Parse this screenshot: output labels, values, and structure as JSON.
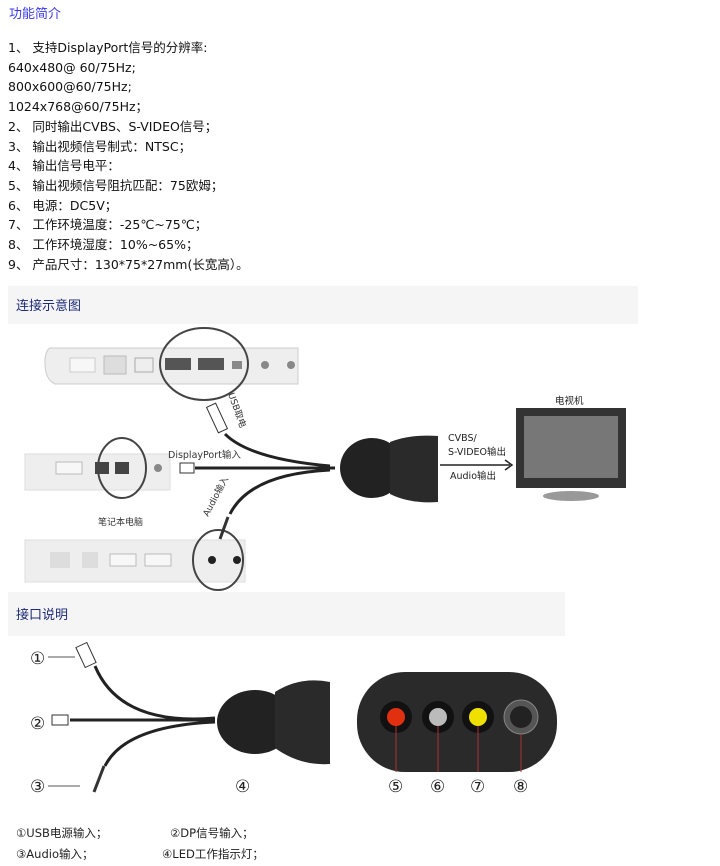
{
  "intro": {
    "title": "功能简介",
    "items": [
      "1、  支持DisplayPort信号的分辨率:",
      "640x480@ 60/75Hz;",
      "800x600@60/75Hz;",
      "1024x768@60/75Hz；",
      "2、  同时输出CVBS、S-VIDEO信号；",
      "3、  输出视频信号制式：NTSC；",
      "4、  输出信号电平：",
      "5、  输出视频信号阻抗匹配：75欧姆；",
      "6、  电源：DC5V；",
      "7、  工作环境温度：-25℃~75℃；",
      "8、  工作环境湿度：10%~65%；",
      "9、  产品尺寸：130*75*27mm(长宽高）。"
    ]
  },
  "connection": {
    "title": "连接示意图",
    "usb_label": "USB取电",
    "dp_label": "DisplayPort输入",
    "audio_label": "Audio输入",
    "laptop_label": "笔记本电脑",
    "tv_label": "电视机",
    "output_label_1": "CVBS/",
    "output_label_2": "S-VIDEO输出",
    "audio_out_label": "Audio输出"
  },
  "interfaces": {
    "title": "接口说明",
    "markers": [
      "①",
      "②",
      "③",
      "④",
      "⑤",
      "⑥",
      "⑦",
      "⑧"
    ],
    "legend": [
      "①USB电源输入；",
      "②DP信号输入；",
      "③Audio输入；",
      "④LED工作指示灯；"
    ]
  },
  "colors": {
    "title": "#3b3bf0",
    "section_title": "#1d2b7a",
    "band": "#f5f5f5"
  }
}
